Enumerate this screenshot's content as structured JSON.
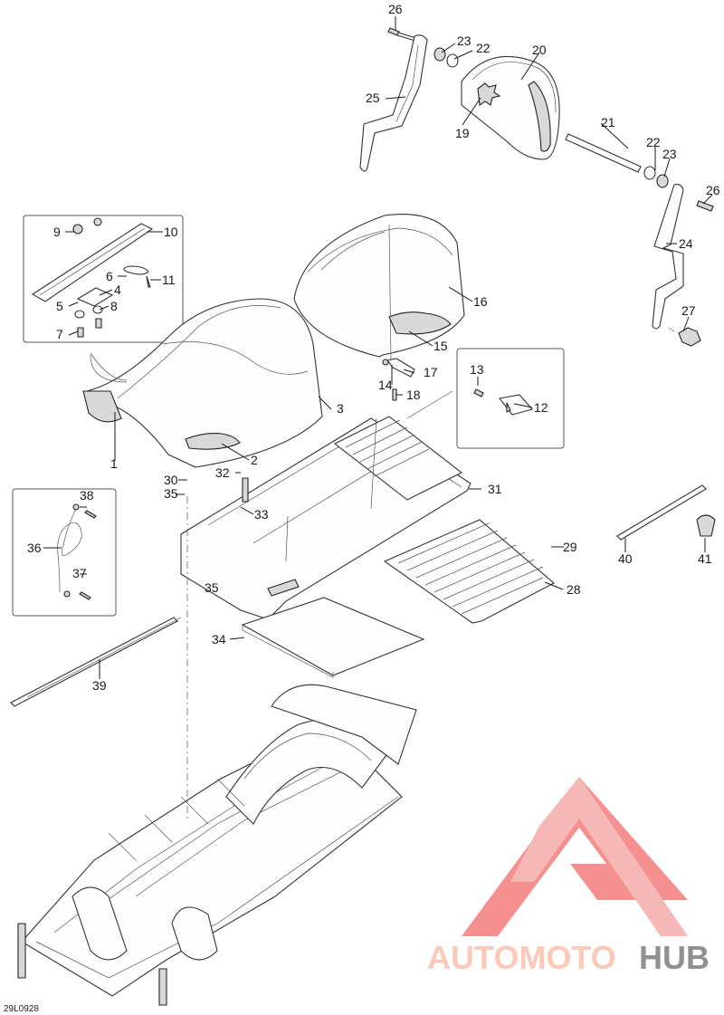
{
  "diagram": {
    "callouts": [
      {
        "id": "c26a",
        "text": "26"
      },
      {
        "id": "c23a",
        "text": "23"
      },
      {
        "id": "c22a",
        "text": "22"
      },
      {
        "id": "c20",
        "text": "20"
      },
      {
        "id": "c25",
        "text": "25"
      },
      {
        "id": "c19",
        "text": "19"
      },
      {
        "id": "c21",
        "text": "21"
      },
      {
        "id": "c22b",
        "text": "22"
      },
      {
        "id": "c23b",
        "text": "23"
      },
      {
        "id": "c26b",
        "text": "26"
      },
      {
        "id": "c24",
        "text": "24"
      },
      {
        "id": "c27",
        "text": "27"
      },
      {
        "id": "c9",
        "text": "9"
      },
      {
        "id": "c10",
        "text": "10"
      },
      {
        "id": "c6",
        "text": "6"
      },
      {
        "id": "c11",
        "text": "11"
      },
      {
        "id": "c4",
        "text": "4"
      },
      {
        "id": "c5",
        "text": "5"
      },
      {
        "id": "c8",
        "text": "8"
      },
      {
        "id": "c7",
        "text": "7"
      },
      {
        "id": "c16",
        "text": "16"
      },
      {
        "id": "c15",
        "text": "15"
      },
      {
        "id": "c14",
        "text": "14"
      },
      {
        "id": "c17",
        "text": "17"
      },
      {
        "id": "c18",
        "text": "18"
      },
      {
        "id": "c13",
        "text": "13"
      },
      {
        "id": "c12",
        "text": "12"
      },
      {
        "id": "c3",
        "text": "3"
      },
      {
        "id": "c1",
        "text": "1"
      },
      {
        "id": "c2",
        "text": "2"
      },
      {
        "id": "c30",
        "text": "30"
      },
      {
        "id": "c32",
        "text": "32"
      },
      {
        "id": "c35a",
        "text": "35"
      },
      {
        "id": "c31",
        "text": "31"
      },
      {
        "id": "c33",
        "text": "33"
      },
      {
        "id": "c38",
        "text": "38"
      },
      {
        "id": "c36",
        "text": "36"
      },
      {
        "id": "c37",
        "text": "37"
      },
      {
        "id": "c35b",
        "text": "35"
      },
      {
        "id": "c29",
        "text": "29"
      },
      {
        "id": "c28",
        "text": "28"
      },
      {
        "id": "c40",
        "text": "40"
      },
      {
        "id": "c41",
        "text": "41"
      },
      {
        "id": "c34",
        "text": "34"
      },
      {
        "id": "c39",
        "text": "39"
      }
    ],
    "figure_ref": "29L0928"
  },
  "watermark": {
    "brand_part1": "AUTOMOTO",
    "brand_part2": "HUB",
    "color_primary": "#f4a0a0",
    "color_logo": "#f26b6b",
    "color_secondary": "#6b6b6b",
    "color_text_light": "#f9b8a0"
  }
}
